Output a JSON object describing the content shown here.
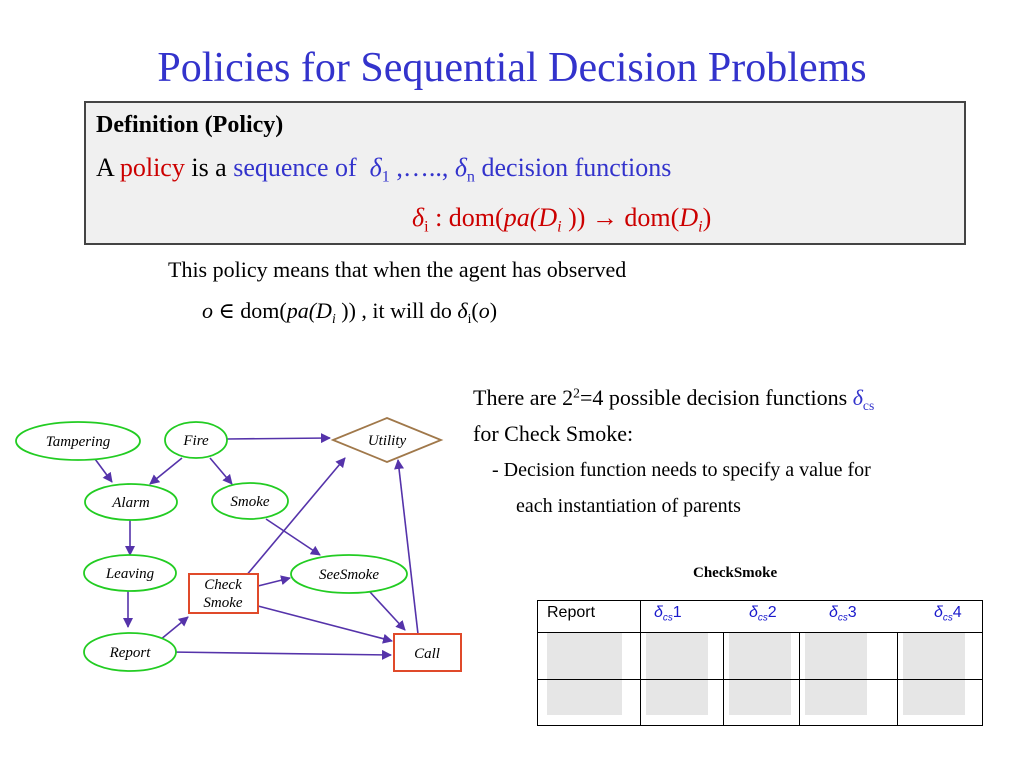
{
  "slide": {
    "title": "Policies for Sequential Decision Problems"
  },
  "definition": {
    "heading": "Definition (Policy)",
    "line1_a": "A",
    "line1_policy": "policy",
    "line1_isa": "is a",
    "line1_seq": "sequence of",
    "delta_symbol": "δ",
    "sub_1": "1",
    "ellipsis": " ,….., ",
    "sub_n": "n",
    "line1_tail": "decision functions",
    "line2_sub_i": "i",
    "line2_a": " : dom(",
    "line2_pa": "pa(D",
    "line2_sub_i2": "i",
    "line2_b": " )) → dom(",
    "line2_D": "D",
    "line2_sub_i3": "i",
    "line2_c": ")"
  },
  "observation": {
    "line1": "This policy means that when the agent has observed",
    "o": "o",
    "in_dom": " ∈ dom(",
    "pa": "pa(D",
    "sub_i": "i",
    "mid": " )) , it will do ",
    "delta": "δ",
    "sub_i2": "i",
    "open": "(",
    "o2": "o",
    "close": ")"
  },
  "right_text": {
    "line1_a": "There are 2",
    "line1_sup": "2",
    "line1_b": "=4 possible decision functions ",
    "delta": "δ",
    "sub_cs": "cs",
    "line2": "for Check Smoke:",
    "bullet1": "-  Decision function needs to specify a value for",
    "bullet2": "each instantiation of parents"
  },
  "diagram": {
    "nodes": {
      "tampering": "Tampering",
      "fire": "Fire",
      "utility": "Utility",
      "alarm": "Alarm",
      "smoke": "Smoke",
      "leaving": "Leaving",
      "check_smoke_1": "Check",
      "check_smoke_2": "Smoke",
      "see_smoke": "SeeSmoke",
      "report": "Report",
      "call": "Call"
    },
    "colors": {
      "chance_node_border": "#22cc22",
      "decision_node_border": "#e04a2a",
      "utility_node_border": "#a0784a",
      "edge": "#5533aa"
    }
  },
  "table": {
    "title": "CheckSmoke",
    "header_report": "Report",
    "delta": "δ",
    "sub_cs": "cs",
    "n1": "1",
    "n2": "2",
    "n3": "3",
    "n4": "4"
  }
}
